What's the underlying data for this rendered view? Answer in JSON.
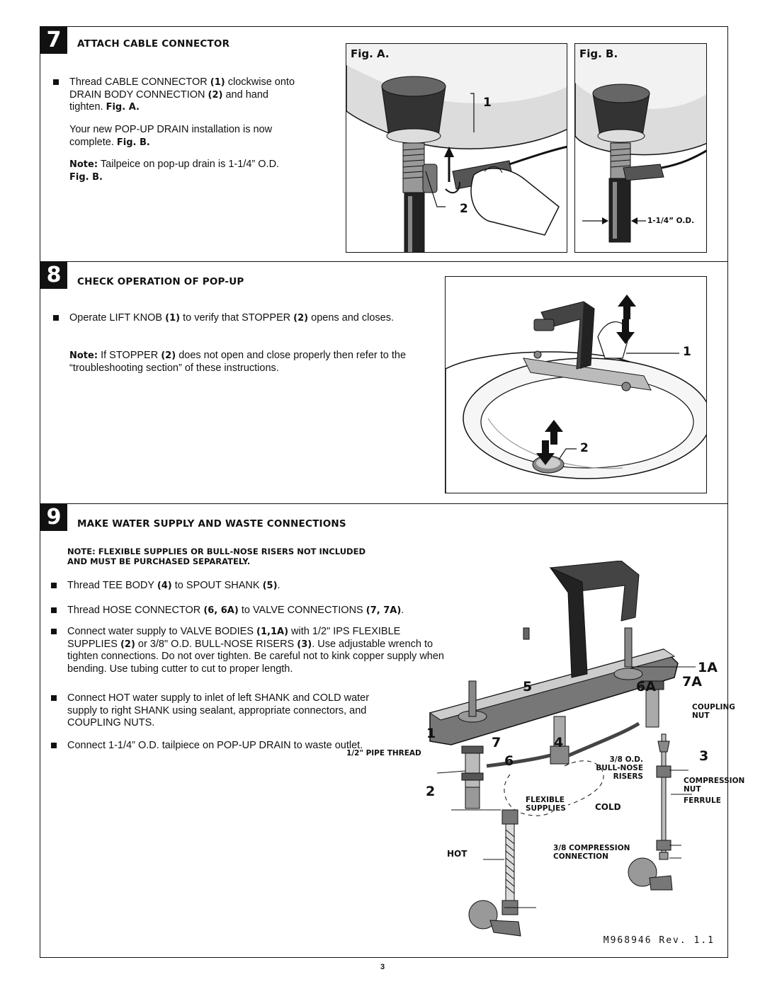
{
  "step7": {
    "number": "7",
    "heading": "ATTACH CABLE CONNECTOR",
    "b1_t1": "Thread CABLE CONNECTOR ",
    "b1_r1": "(1)",
    "b1_t2": " clockwise onto DRAIN BODY CONNECTION ",
    "b1_r2": "(2)",
    "b1_t3": " and hand tighten. ",
    "b1_fig": "Fig. A.",
    "p2_t1": "Your new POP-UP DRAIN installation is now complete. ",
    "p2_fig": "Fig. B.",
    "note_label": "Note:",
    "note_text": " Tailpeice on pop-up drain is 1-1/4” O.D.",
    "note_fig": "Fig. B.",
    "figA_label": "Fig. A.",
    "figB_label": "Fig. B.",
    "figA_callout1": "1",
    "figA_callout2": "2",
    "figB_dim": "1-1/4” O.D."
  },
  "step8": {
    "number": "8",
    "heading": "CHECK OPERATION OF POP-UP",
    "b1_t1": "Operate LIFT KNOB ",
    "b1_r1": "(1)",
    "b1_t2": " to verify that STOPPER ",
    "b1_r2": "(2)",
    "b1_t3": " opens and closes.",
    "note_label": "Note:",
    "note_t1": " If STOPPER ",
    "note_r1": "(2)",
    "note_t2": " does not open and close properly then refer to the “troubleshooting section” of these instructions.",
    "callout1": "1",
    "callout2": "2"
  },
  "step9": {
    "number": "9",
    "heading": "MAKE WATER SUPPLY AND WASTE CONNECTIONS",
    "note_line1": "NOTE: FLEXIBLE SUPPLIES OR BULL-NOSE RISERS NOT INCLUDED",
    "note_line2": "AND MUST BE PURCHASED SEPARATELY.",
    "b1_t1": "Thread TEE BODY ",
    "b1_r1": "(4)",
    "b1_t2": " to SPOUT SHANK ",
    "b1_r2": "(5)",
    "b1_t3": ".",
    "b2_t1": "Thread HOSE CONNECTOR ",
    "b2_r1": "(6, 6A)",
    "b2_t2": " to VALVE CONNECTIONS ",
    "b2_r2": "(7, 7A)",
    "b2_t3": ".",
    "b3_t1": "Connect water supply to VALVE BODIES ",
    "b3_r1": "(1,1A)",
    "b3_t2": " with 1/2\" IPS FLEXIBLE SUPPLIES ",
    "b3_r2": "(2)",
    "b3_t3": " or 3/8\" O.D. BULL-NOSE RISERS ",
    "b3_r3": "(3)",
    "b3_t4": ". Use adjustable wrench to tighten connections. Do not over tighten. Be careful not to kink copper supply when bending. Use tubing cutter to cut to proper length.",
    "b4_text": "Connect HOT water supply to inlet of left SHANK and COLD water supply to right SHANK using sealant, appropriate connectors, and COUPLING NUTS.",
    "b5_text": "Connect 1-1/4” O.D. tailpiece on POP-UP DRAIN to waste outlet.",
    "callouts": {
      "c1": "1",
      "c1A": "1A",
      "c2": "2",
      "c3": "3",
      "c4": "4",
      "c5": "5",
      "c6": "6",
      "c6A": "6A",
      "c7": "7",
      "c7A": "7A"
    },
    "labels": {
      "pipe_thread": "1/2\" PIPE THREAD",
      "od_l1": "3/8 O.D.",
      "od_l2": "BULL-NOSE",
      "od_l3": "RISERS",
      "coupling_l1": "COUPLING",
      "coupling_l2": "NUT",
      "compression_l1": "COMPRESSION",
      "compression_l2": "NUT",
      "ferrule": "FERRULE",
      "flexible_l1": "FLEXIBLE",
      "flexible_l2": "SUPPLIES",
      "cold": "COLD",
      "hot": "HOT",
      "comp_conn_l1": "3/8 COMPRESSION",
      "comp_conn_l2": "CONNECTION"
    }
  },
  "footer": {
    "revision": "M968946 Rev. 1.1",
    "page": "3"
  }
}
